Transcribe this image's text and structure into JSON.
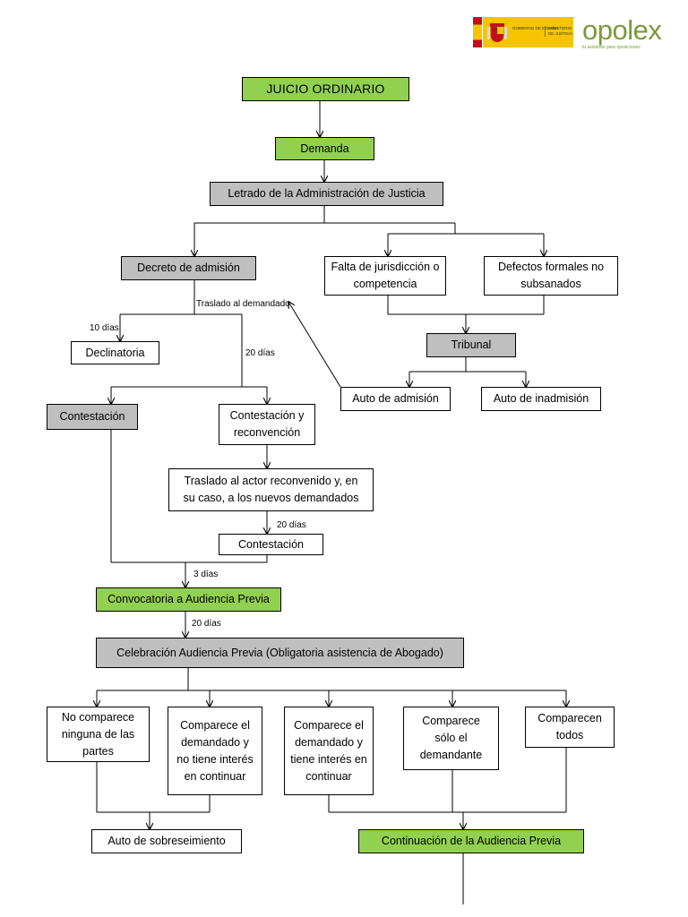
{
  "header": {
    "gov_line1": "GOBIERNO DE ESPAÑA",
    "gov_line2": "MINISTERIO DE JUSTICIA",
    "brand": "opolex",
    "tagline": "tu asistente para oposiciones"
  },
  "nodes": {
    "juicio": "JUICIO ORDINARIO",
    "demanda": "Demanda",
    "letrado": "Letrado de la Administración de Justicia",
    "decreto": "Decreto de admisión",
    "falta": "Falta de jurisdicción o competencia",
    "defectos": "Defectos formales no subsanados",
    "tribunal": "Tribunal",
    "declinatoria": "Declinatoria",
    "auto_admision": "Auto de admisión",
    "auto_inadmision": "Auto de inadmisión",
    "contestacion": "Contestación",
    "contestacion_reconv": "Contestación y reconvención",
    "traslado_actor": "Traslado al actor reconvenido y, en su caso, a los nuevos demandados",
    "contestacion2": "Contestación",
    "convocatoria": "Convocatoria a Audiencia Previa",
    "celebracion": "Celebración Audiencia Previa (Obligatoria asistencia de Abogado)",
    "no_comparece": "No comparece ninguna de las partes",
    "comparece_dem_no": "Comparece el demandado y no tiene interés en continuar",
    "comparece_dem_si": "Comparece el demandado y tiene interés en continuar",
    "comparece_solo": "Comparece sólo el demandante",
    "comparecen_todos": "Comparecen todos",
    "sobreseimiento": "Auto de sobreseimiento",
    "continuacion": "Continuación de la Audiencia Previa"
  },
  "labels": {
    "traslado_demandado": "Traslado al demandado",
    "dias10": "10 días",
    "dias20a": "20 días",
    "dias20b": "20 días",
    "dias3": "3 días",
    "dias20c": "20 días"
  }
}
